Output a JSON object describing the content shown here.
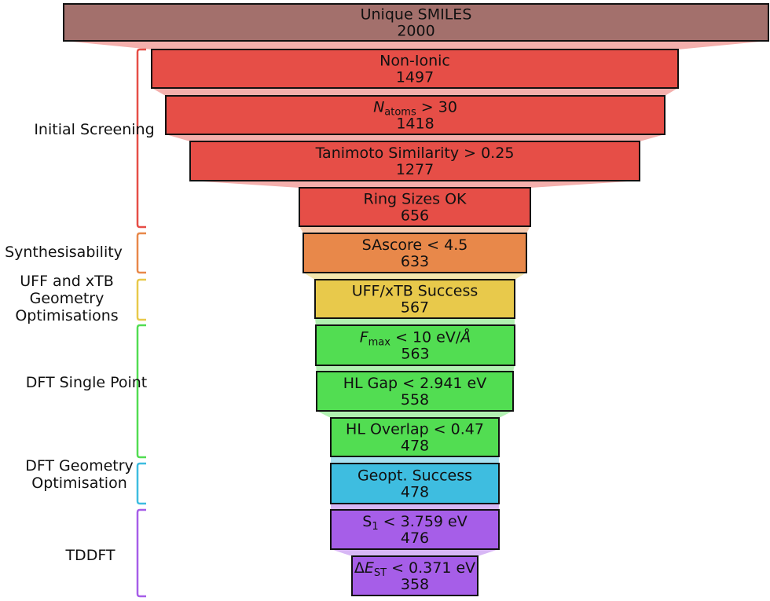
{
  "stages": [
    {
      "label": "Unique SMILES",
      "count": "2000",
      "color": "#a3706c"
    },
    {
      "label": "Non-Ionic",
      "count": "1497",
      "color": "#e64e47"
    },
    {
      "label": "N_atoms > 30",
      "count": "1418",
      "color": "#e64e47"
    },
    {
      "label": "Tanimoto Similarity > 0.25",
      "count": "1277",
      "color": "#e64e47"
    },
    {
      "label": "Ring Sizes OK",
      "count": "656",
      "color": "#e64e47"
    },
    {
      "label": "SAscore < 4.5",
      "count": "633",
      "color": "#e8884a"
    },
    {
      "label": "UFF/xTB Success",
      "count": "567",
      "color": "#e8c94b"
    },
    {
      "label": "F_max < 10 eV/Å",
      "count": "563",
      "color": "#52dd52"
    },
    {
      "label": "HL Gap < 2.941 eV",
      "count": "558",
      "color": "#52dd52"
    },
    {
      "label": "HL Overlap < 0.47",
      "count": "478",
      "color": "#52dd52"
    },
    {
      "label": "Geopt. Success",
      "count": "478",
      "color": "#3ebde0"
    },
    {
      "label": "S1 < 3.759 eV",
      "count": "476",
      "color": "#a65ee8"
    },
    {
      "label": "ΔE_ST < 0.371 eV",
      "count": "358",
      "color": "#a65ee8"
    }
  ],
  "groups": [
    {
      "label": "Initial Screening",
      "color": "#e64e47"
    },
    {
      "label": "Synthesisability",
      "color": "#e8884a"
    },
    {
      "label": "UFF and xTB Geometry Optimisations",
      "color": "#e8c94b"
    },
    {
      "label": "DFT Single Point",
      "color": "#52dd52"
    },
    {
      "label": "DFT Geometry Optimisation",
      "color": "#3ebde0"
    },
    {
      "label": "TDDFT",
      "color": "#a65ee8"
    }
  ]
}
